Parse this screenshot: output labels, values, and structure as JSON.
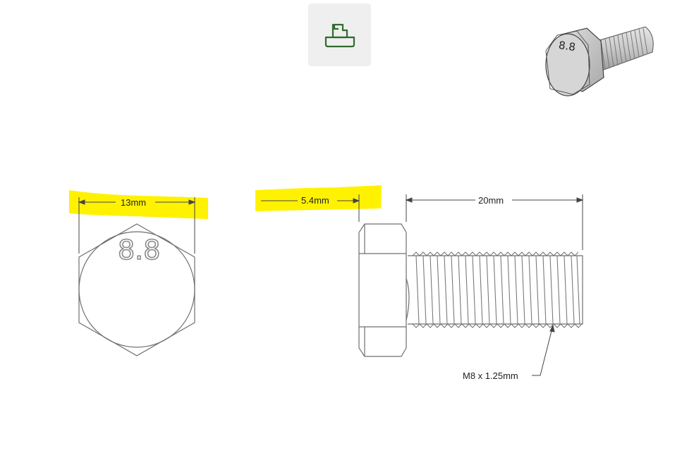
{
  "toolbar": {
    "print_icon": "print-icon"
  },
  "colors": {
    "highlight": "#fff200",
    "line": "#6f6f6f",
    "button_bg": "#efefef",
    "icon": "#2f6b2f"
  },
  "drawing": {
    "grade_marking": "8.8",
    "thumbnail_grade": "8.8",
    "dimensions": {
      "head_width": "13mm",
      "head_height": "5.4mm",
      "shank_length": "20mm",
      "thread_spec": "M8 x 1.25mm"
    }
  }
}
